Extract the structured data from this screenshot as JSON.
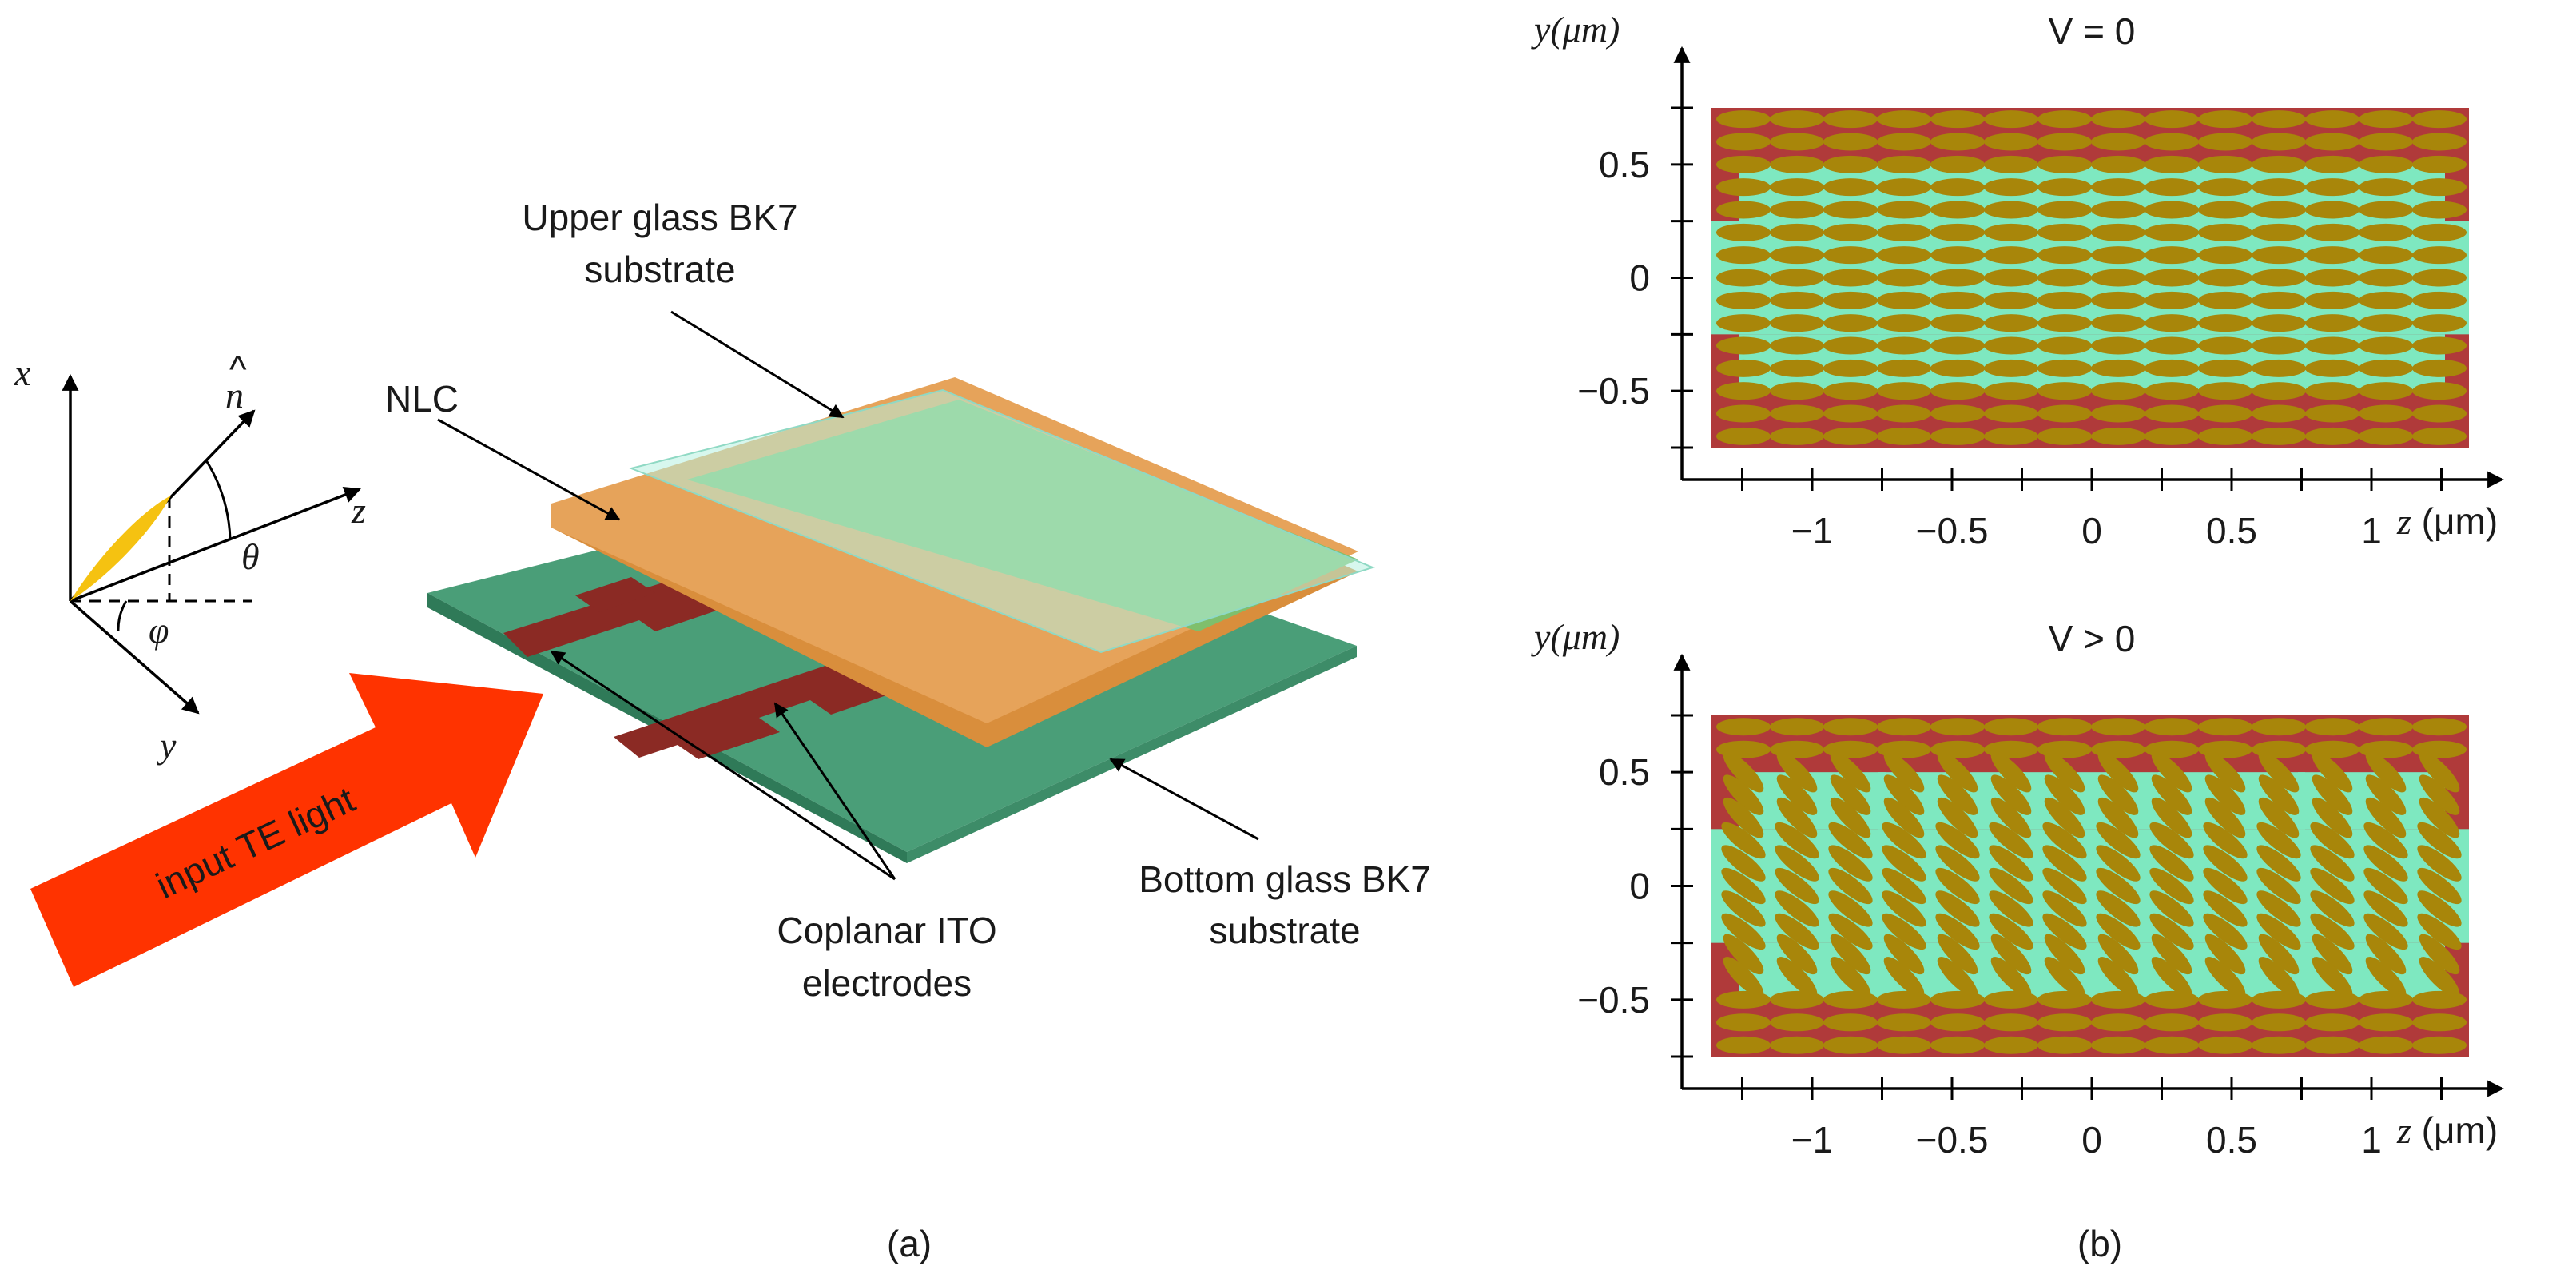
{
  "figure_a": {
    "caption": "(a)",
    "axes": {
      "x": "x",
      "y": "y",
      "z": "z",
      "n": "n",
      "n_hat": "^",
      "theta": "θ",
      "phi": "φ"
    },
    "labels": {
      "nlc": "NLC",
      "upper_line1": "Upper glass BK7",
      "upper_line2": "substrate",
      "bottom_line1": "Bottom glass BK7",
      "bottom_line2": "substrate",
      "electrodes_line1": "Coplanar ITO",
      "electrodes_line2": "electrodes",
      "input_light": "input TE light"
    },
    "colors": {
      "substrate": "#4a9e78",
      "substrate_edge": "#2f7a58",
      "electrode": "#8b2a24",
      "lc_orange": "#e0a050",
      "lc_green": "#6aa86a",
      "upper_glass": "#b6f0e0",
      "arrow": "#ff3300",
      "director": "#f5c211"
    }
  },
  "figure_b": {
    "caption": "(b)",
    "panels": [
      {
        "title": "V = 0",
        "y_label": "y(μm)",
        "x_label_var": "z",
        "x_label_unit": " (μm)",
        "y_ticks": [
          "0.5",
          "0",
          "−0.5"
        ],
        "x_ticks": [
          "−1",
          "−0.5",
          "0",
          "0.5",
          "1"
        ],
        "state": "unbiased"
      },
      {
        "title": "V > 0",
        "y_label": "y(μm)",
        "x_label_var": "z",
        "x_label_unit": " (μm)",
        "y_ticks": [
          "0.5",
          "0",
          "−0.5"
        ],
        "x_ticks": [
          "−1",
          "−0.5",
          "0",
          "0.5",
          "1"
        ],
        "state": "biased"
      }
    ],
    "colors": {
      "electrode_region": "#b03a3a",
      "lc_region": "#7ee8c0",
      "molecule": "#a8860a"
    }
  }
}
